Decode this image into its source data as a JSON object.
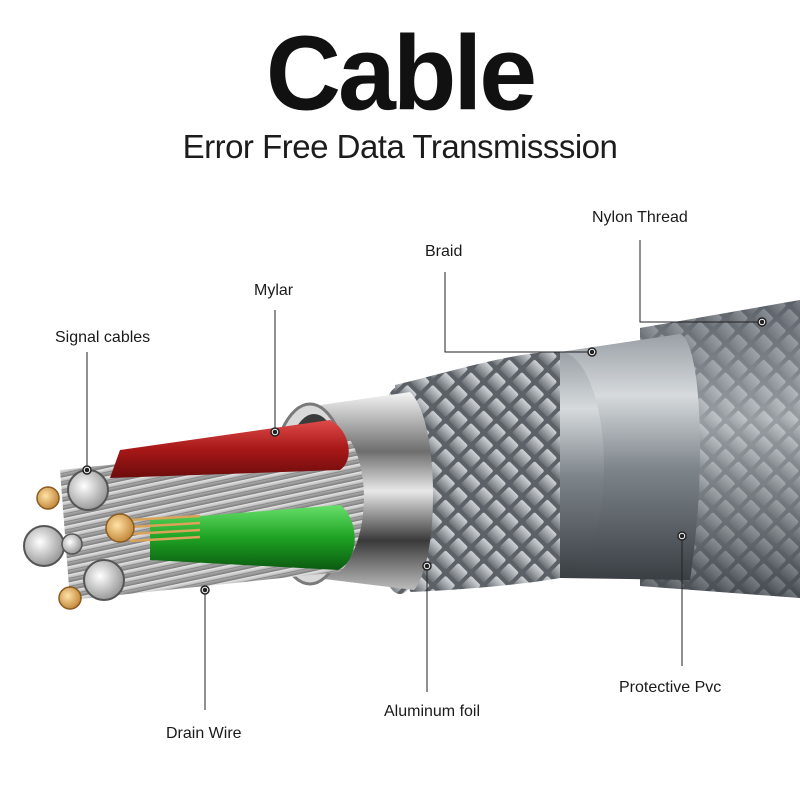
{
  "title": "Cable",
  "subtitle": "Error Free Data Transmisssion",
  "labels": {
    "nylon_thread": "Nylon Thread",
    "braid": "Braid",
    "mylar": "Mylar",
    "signal_cables": "Signal cables",
    "drain_wire": "Drain Wire",
    "aluminum_foil": "Aluminum foil",
    "protective_pvc": "Protective Pvc"
  }
}
